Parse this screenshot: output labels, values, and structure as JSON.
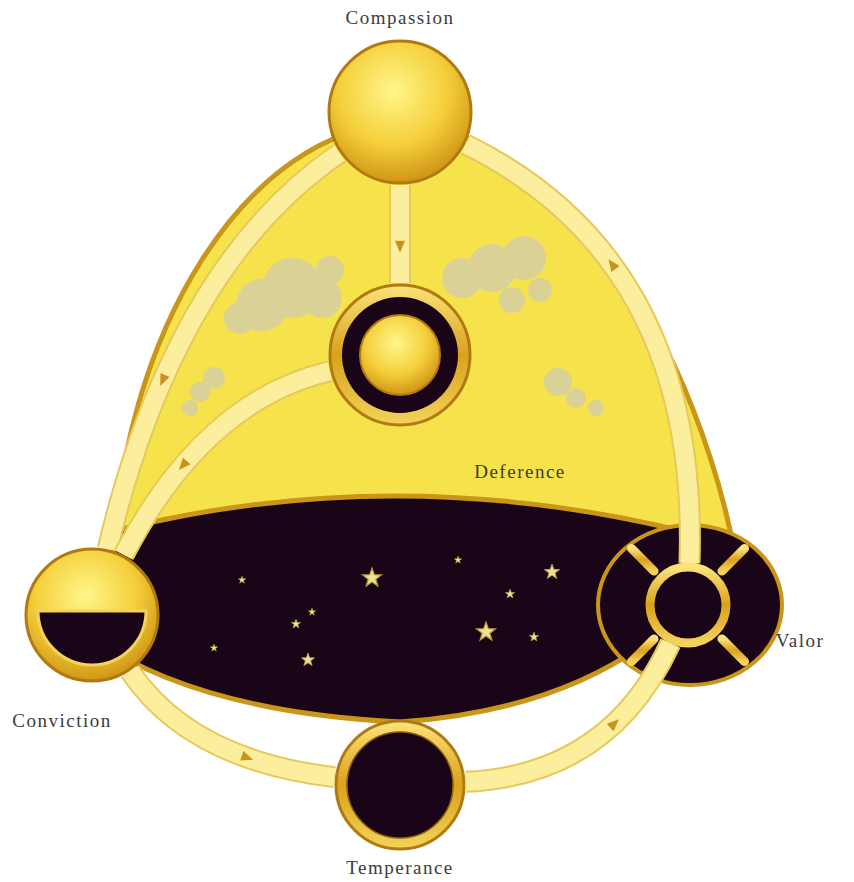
{
  "diagram": {
    "nodes": [
      {
        "text": [
          "Compassion"
        ]
      },
      {
        "text": [
          "Deference"
        ]
      },
      {
        "text": [
          "Conviction"
        ]
      },
      {
        "text": [
          "Valor"
        ]
      },
      {
        "text": [
          "Temperance"
        ]
      }
    ],
    "edges": [
      {
        "from": 0,
        "to": 1,
        "arrow": "to"
      },
      {
        "from": 0,
        "to": 2,
        "arrow": "to"
      },
      {
        "from": 1,
        "to": 2,
        "arrow": "to"
      },
      {
        "from": 2,
        "to": 4,
        "arrow": "to"
      },
      {
        "from": 4,
        "to": 3,
        "arrow": "to"
      },
      {
        "from": 3,
        "to": 0,
        "arrow": "to"
      }
    ]
  }
}
